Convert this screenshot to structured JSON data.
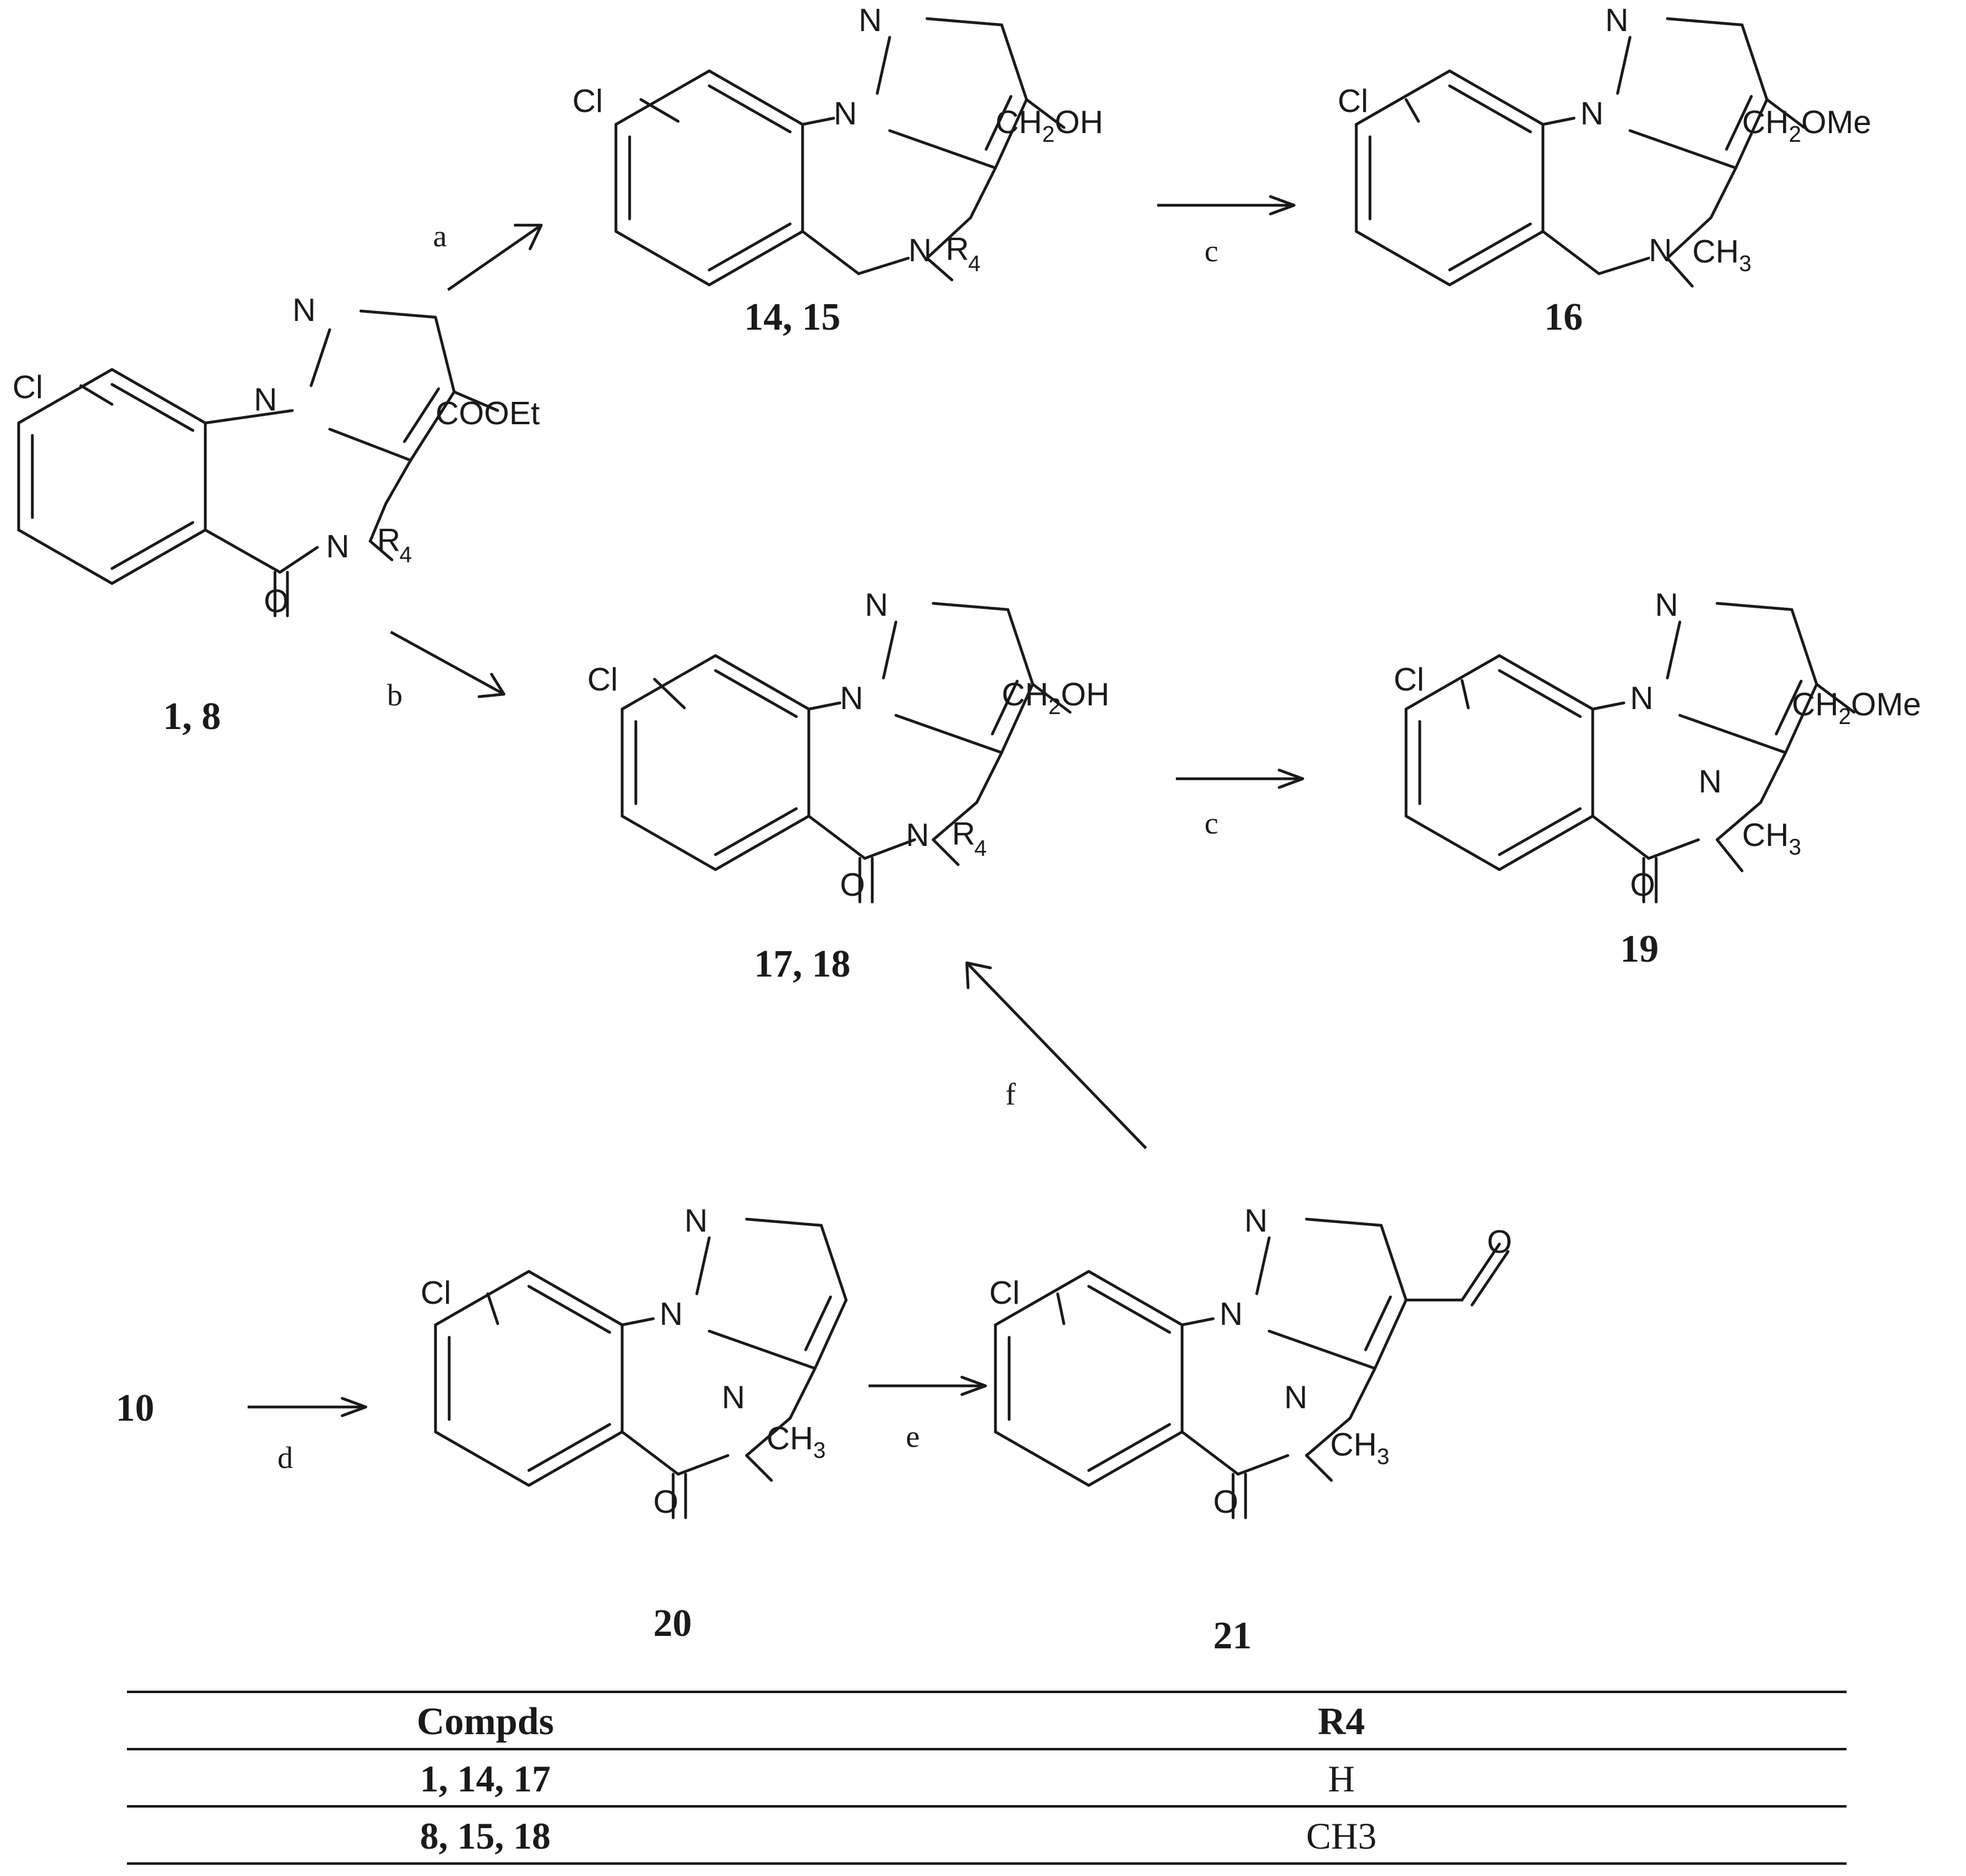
{
  "compounds": {
    "c1_8": "1, 8",
    "c14_15": "14, 15",
    "c16": "16",
    "c17_18": "17, 18",
    "c19": "19",
    "c10": "10",
    "c20": "20",
    "c21": "21"
  },
  "atoms": {
    "cl": "Cl",
    "n": "N",
    "o": "O",
    "cooet": "COOEt",
    "r": "R",
    "r_sub": "4",
    "ch2oh_a": "CH",
    "ch2oh_sub": "2",
    "ch2oh_b": "OH",
    "ch2ome_a": "CH",
    "ch2ome_sub": "2",
    "ch2ome_b": "OMe",
    "ch3_a": "CH",
    "ch3_sub": "3"
  },
  "reagents": {
    "a": "a",
    "b": "b",
    "c1": "c",
    "c2": "c",
    "d": "d",
    "e": "e",
    "f": "f"
  },
  "table": {
    "header_compds": "Compds",
    "header_r4": "R4",
    "row1_compds": "1, 14, 17",
    "row1_r4": "H",
    "row2_compds": "8, 15, 18",
    "row2_r4": "CH3"
  }
}
